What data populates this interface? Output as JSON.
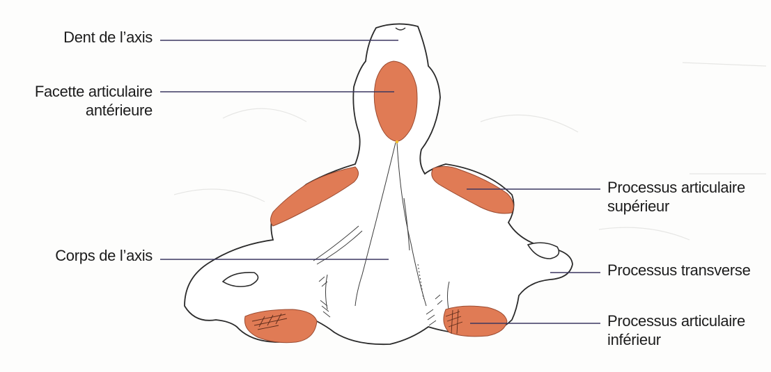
{
  "figure": {
    "labels": {
      "dent": {
        "line1": "Dent de l’axis"
      },
      "facette": {
        "line1": "Facette articulaire",
        "line2": "antérieure"
      },
      "corps": {
        "line1": "Corps de l’axis"
      },
      "sup": {
        "line1": "Processus articulaire",
        "line2": "supérieur"
      },
      "transverse": {
        "line1": "Processus transverse"
      },
      "inf": {
        "line1": "Processus articulaire",
        "line2": "inférieur"
      }
    },
    "colors": {
      "articular_surface": "#e07b55",
      "outline": "#2a2a2a",
      "leader_line": "#3b3760"
    }
  }
}
